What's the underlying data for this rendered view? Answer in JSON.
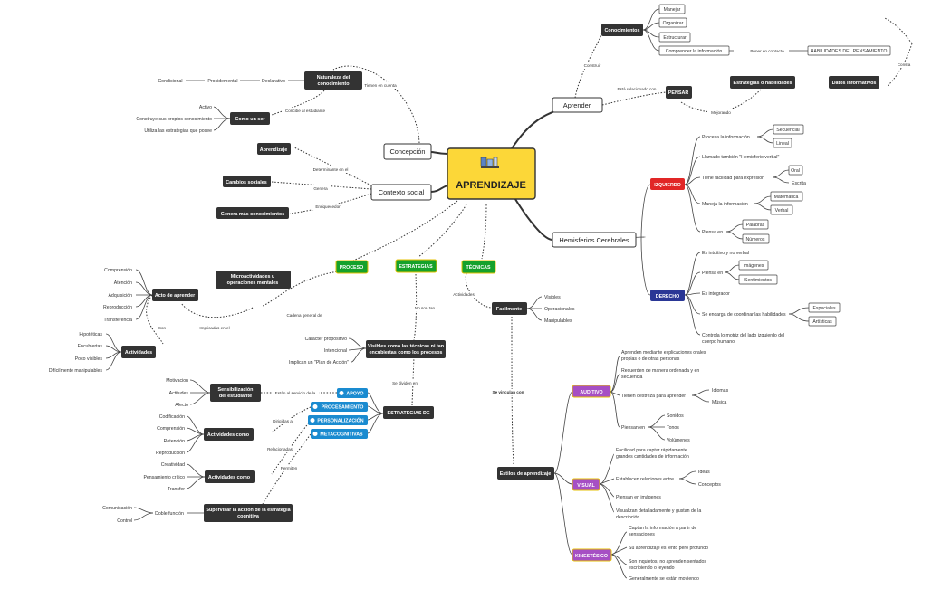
{
  "center": {
    "title": "APRENDIZAJE",
    "icon": "books-icon"
  },
  "main_nodes": {
    "concepcion": "Concepción",
    "contexto": "Contexto social",
    "aprender": "Aprender",
    "hemisferios": "Hemisferios Cerebrales"
  },
  "colored_nodes": {
    "proceso": "PROCESO",
    "estrategias": "ESTRATEGIAS",
    "tecnicas": "TÉCNICAS",
    "izquierdo": "IZQUIERDO",
    "derecho": "DERECHO",
    "auditivo": "AUDITIVO",
    "visual": "VISUAL",
    "kinestesico": "KINESTÉSICO"
  },
  "concepcion": {
    "naturaleza": "Naturaleza del conocimiento",
    "naturaleza_items": [
      "Declarativo",
      "Procidemental",
      "Condicional"
    ],
    "como_ser": "Como un ser",
    "como_ser_items": [
      "Activo",
      "Construye sus propios conocimiento",
      "Utiliza las estrategias que posee"
    ]
  },
  "contexto": {
    "items": [
      "Aprendizaje",
      "Cambios sociales",
      "Genera  más conocimientos"
    ]
  },
  "aprender": {
    "conocimientos": "Conocimientos",
    "con_items": [
      "Manejar",
      "Organizar",
      "Estructurar",
      "Comprender la información"
    ],
    "habilidades": "HABILIDADES DEL PENSAMIENTO",
    "pensar": "PENSAR",
    "estrategias_hab": "Estrategias o habilidades",
    "datos": "Datos informativos"
  },
  "izquierdo": {
    "procesa": "Procesa la información",
    "procesa_items": [
      "Secuencial",
      "Lineal"
    ],
    "llamado": "Llamado también \"Hemisferio verbal\"",
    "expresion": "Tiene facilidad para expresión",
    "expresion_items": [
      "Oral",
      "Escrita"
    ],
    "maneja": "Maneja la información",
    "maneja_items": [
      "Matemática",
      "Verbal"
    ],
    "piensa": "Piensa en",
    "piensa_items": [
      "Palabras",
      "Números"
    ]
  },
  "derecho": {
    "intuitivo": "Es intuitivo y no verbal",
    "piensa": "Piensa en",
    "piensa_items": [
      "Imágenes",
      "Sentimientos"
    ],
    "integrador": "Es integrador",
    "coordinar": "Se encarga de coordinar las habilidades",
    "coordinar_items": [
      "Especiales",
      "Artísticas"
    ],
    "controla": "Controla lo motriz del lado izquierdo del cuerpo humano"
  },
  "proceso": {
    "acto": "Acto de aprender",
    "acto_items": [
      "Comprensión",
      "Atención",
      "Adquisición",
      "Reproducción",
      "Transferencia"
    ],
    "micro": "Microactividades u operaciones mentales",
    "actividades": "Actividades",
    "actividades_items": [
      "Hipotéticas",
      "Encubiertas",
      "Poco visibles",
      "Difícilmente manipulables"
    ]
  },
  "estrategias": {
    "visibles": "Visibles como las técnicas  ni tan encubiertas como los procesos",
    "visibles_items": [
      "Caracter propositivo",
      "Intencional",
      "Implican un \"Plan de Acción\""
    ],
    "de": "ESTRATEGIAS DE",
    "types": [
      "APOYO",
      "PROCESAMIENTO",
      "PERSONALIZACIÓN",
      "METACOGNITIVAS"
    ],
    "sensibilizacion": "Sensibilización del estudiante",
    "sens_items": [
      "Motivacion",
      "Actitudes",
      "Afecto"
    ],
    "act1": "Actividades como",
    "act1_items": [
      "Codificación",
      "Comprensión",
      "Retención",
      "Reproducción"
    ],
    "act2": "Actividades como",
    "act2_items": [
      "Creatividad",
      "Pensamiento crítico",
      "Transfer"
    ],
    "supervisar": "Supervisar la acción de la estrategia cognitiva",
    "doble": "Doble función",
    "doble_items": [
      "Comunicación",
      "Control"
    ]
  },
  "tecnicas": {
    "facilmente": "Facilmente",
    "fac_items": [
      "Visibles",
      "Operacionales",
      "Manipulables"
    ],
    "estilos": "Estilos de aprendizaje"
  },
  "auditivo": {
    "items": [
      "Aprenden mediante explicaciones orales propias o de otras personas",
      "Recuerden de manera ordenada y en secuencia",
      "Tienen destreza para aprender",
      "Piensan en"
    ],
    "destreza_items": [
      "Idiomas",
      "Música"
    ],
    "piensan_items": [
      "Sonidos",
      "Tonos",
      "Volúmenes"
    ]
  },
  "visual": {
    "items": [
      "Facilidad para captar rápidamente grandes cantidades de información",
      "Establecen relaciones entre",
      "Piensan en imágenes",
      "Visualizan detalladamente y gustan de la descripción"
    ],
    "relaciones_items": [
      "Ideas",
      "Conceptos"
    ]
  },
  "kinestesico": {
    "items": [
      "Captan la información a partir de sensaciones",
      "Su aprendizaje es lento pero profundo",
      "Son inquietos, no aprenden sentados escribiendo o leyendo",
      "Generalmente se están moviendo"
    ]
  },
  "relations": {
    "tienen_cuenta": "Tienen en cuenta",
    "concibe": "Concibe al estudiante",
    "determinante": "Determinante en el",
    "genera": "Genera",
    "enriquecedor": "Enriquecedor",
    "construir": "Construir",
    "relacionado": "Está relacionado con",
    "mejorando": "Mejorando",
    "consta": "Consta",
    "poner": "Poner en contacto",
    "cadena": "Cadena general de",
    "implicadas": "Implicadas en el",
    "son": "Son",
    "no_son": "No son tan",
    "se_dividen": "Se dividen en",
    "estan_servicio": "Están al servicio de la",
    "dirigidas": "Dirigidas a",
    "relacionadas": "Relacionadas",
    "permiten": "Permiten",
    "actividades": "Actividades",
    "se_vinculan": "Se vinculan con"
  },
  "colors": {
    "center_fill": "#fcd738",
    "dark_node": "#333333",
    "proceso_green": "#15a12b",
    "izquierdo_red": "#e12626",
    "derecho_blue": "#2a3796",
    "auditivo_purple": "#a64fc4",
    "estrategia_blue": "#1a8bd0"
  }
}
